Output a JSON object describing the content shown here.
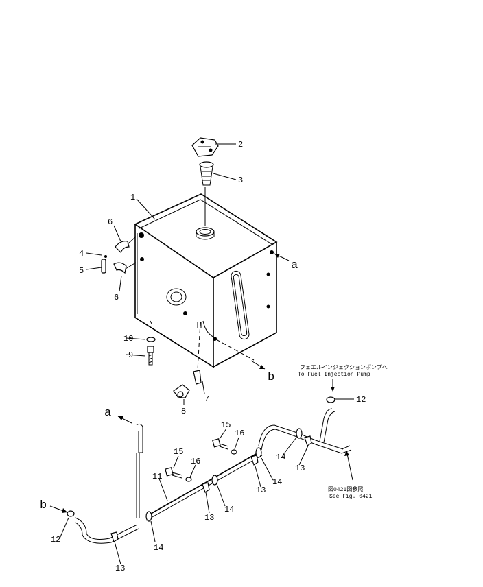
{
  "parts": {
    "p1": "1",
    "p2": "2",
    "p3": "3",
    "p4": "4",
    "p5": "5",
    "p6a": "6",
    "p6b": "6",
    "p7": "7",
    "p8": "8",
    "p9": "9",
    "p10": "10",
    "p11": "11",
    "p12a": "12",
    "p12b": "12",
    "p13a": "13",
    "p13b": "13",
    "p13c": "13",
    "p13d": "13",
    "p14a": "14",
    "p14b": "14",
    "p14c": "14",
    "p14d": "14",
    "p15a": "15",
    "p15b": "15",
    "p16a": "16",
    "p16b": "16"
  },
  "refs": {
    "a_top": "a",
    "b_right": "b",
    "a_left": "a",
    "b_left": "b"
  },
  "notes": {
    "pump_jp": "フェエルインジェクションポンプへ",
    "pump_en": "To Fuel Injection Pump",
    "fig_jp": "図0421図参照",
    "fig_en": "See Fig. 0421"
  }
}
